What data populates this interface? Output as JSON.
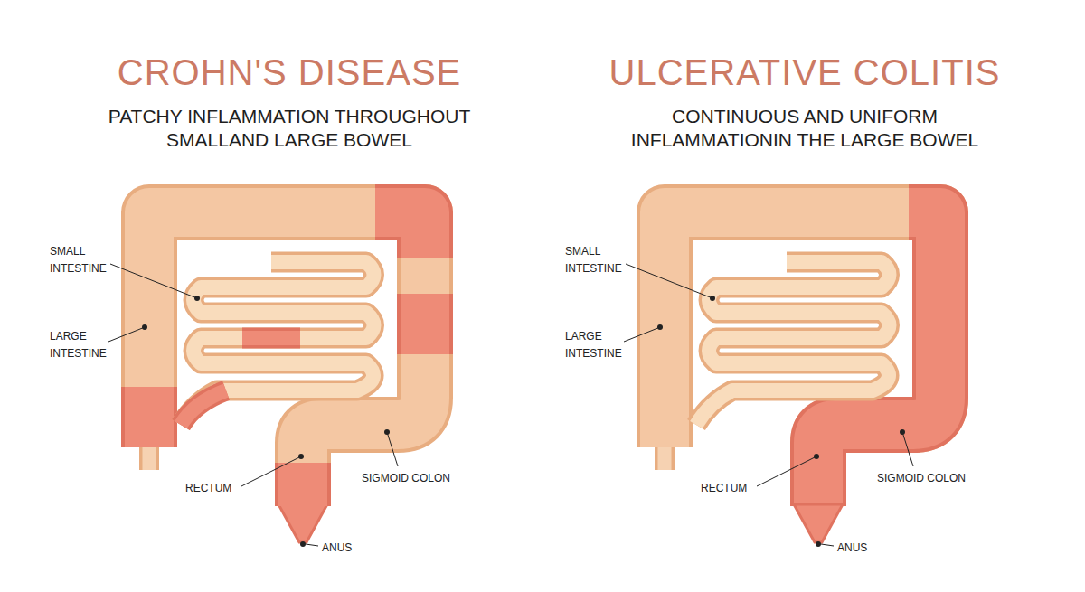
{
  "diagram": {
    "labels": [
      "CROHN'S DISEASE",
      "PATCHY INFLAMMATION THROUGHOUT SMALLAND LARGE BOWEL",
      "SMALL INTESTINE",
      "LARGE INTESTINE",
      "RECTUM",
      "SIGMOID COLON",
      "ANUS",
      "ULCERATIVE COLITIS",
      "CONTINUOUS AND UNIFORM INFLAMMATIONIN THE LARGE BOWEL",
      "SMALL INTESTINE",
      "LARGE INTESTINE",
      "RECTUM",
      "SIGMOID COLON",
      "ANUS"
    ]
  }
}
